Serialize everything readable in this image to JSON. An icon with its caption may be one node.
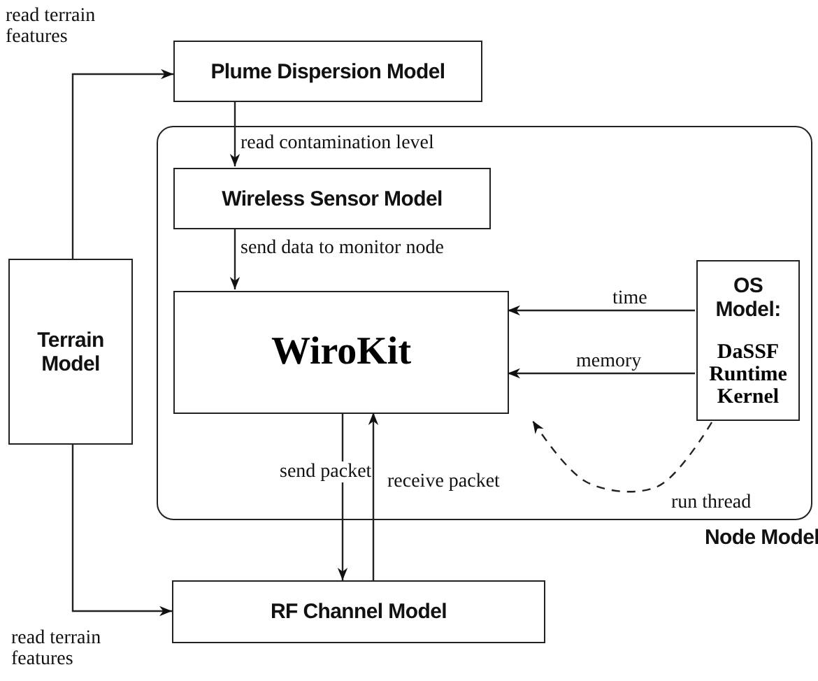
{
  "diagram": {
    "nodes": [
      {
        "text": [
          "Plume Dispersion Model"
        ]
      },
      {
        "text": [
          "Node Model"
        ]
      },
      {
        "text": [
          "Wireless Sensor Model"
        ],
        "in": 1
      },
      {
        "text": [
          "WiroKit"
        ],
        "in": 1
      },
      {
        "text": [
          "OS Model:",
          "DaSSF Runtime Kernel"
        ],
        "in": 1
      },
      {
        "text": [
          "Terrain Model"
        ]
      },
      {
        "text": [
          "RF Channel Model"
        ]
      }
    ],
    "edges": [
      {
        "from": 5,
        "to": 0,
        "arrow": "to",
        "label": "read terrain features"
      },
      {
        "from": 0,
        "to": 2,
        "arrow": "to",
        "label": "read contamination level"
      },
      {
        "from": 2,
        "to": 3,
        "arrow": "to",
        "label": "send data to monitor node"
      },
      {
        "from": 4,
        "to": 3,
        "arrow": "to",
        "label": "time"
      },
      {
        "from": 4,
        "to": 3,
        "arrow": "to",
        "label": "memory"
      },
      {
        "from": 4,
        "to": 3,
        "arrow": "to",
        "label": "run thread",
        "style": "dashed"
      },
      {
        "from": 3,
        "to": 6,
        "arrow": "to",
        "label": "send packet"
      },
      {
        "from": 6,
        "to": 3,
        "arrow": "to",
        "label": "receive packet"
      },
      {
        "from": 5,
        "to": 6,
        "arrow": "to",
        "label": "read terrain features"
      }
    ]
  }
}
